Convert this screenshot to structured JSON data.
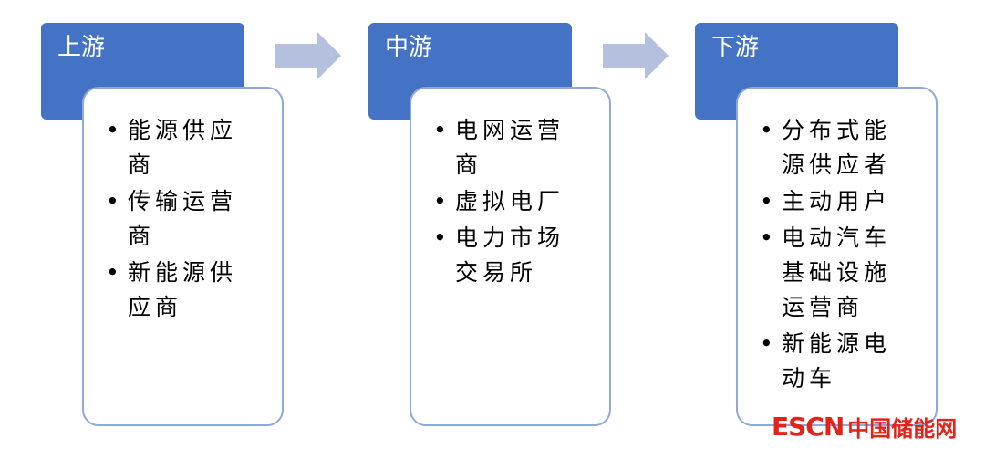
{
  "stages": [
    {
      "title": "上游",
      "items": [
        "能源供应商",
        "传输运营商",
        "新能源供应商"
      ]
    },
    {
      "title": "中游",
      "items": [
        "电网运营商",
        "虚拟电厂",
        "电力市场交易所"
      ]
    },
    {
      "title": "下游",
      "items": [
        "分布式能源供应者",
        "主动用户",
        "电动汽车基础设施运营商",
        "新能源电动车"
      ]
    }
  ],
  "colors": {
    "header": "#4472c4",
    "card_border": "#8ea9db",
    "arrow": "#b4c0de",
    "logo": "#e2231a"
  },
  "logo": {
    "en": "ESCN",
    "cn": "中国储能网"
  }
}
